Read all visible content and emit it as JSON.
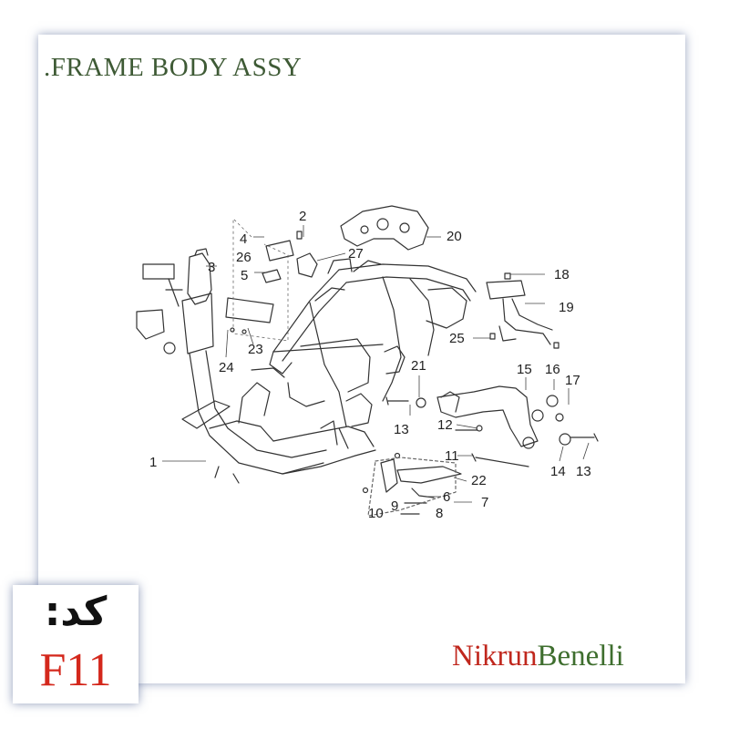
{
  "title": ".FRAME BODY ASSY",
  "brand": {
    "part1": "Nikrun",
    "part2": "Benelli",
    "color1": "#c0271d",
    "color2": "#3e6e2e"
  },
  "code": {
    "label": "کد:",
    "value": "F11",
    "value_color": "#d4281c"
  },
  "callouts": {
    "n1": "1",
    "n2": "2",
    "n3": "3",
    "n4": "4",
    "n5": "5",
    "n6": "6",
    "n7": "7",
    "n8": "8",
    "n9": "9",
    "n10": "10",
    "n11": "11",
    "n12": "12",
    "n13a": "13",
    "n13b": "13",
    "n14": "14",
    "n15": "15",
    "n16": "16",
    "n17": "17",
    "n18": "18",
    "n19": "19",
    "n20": "20",
    "n21": "21",
    "n22": "22",
    "n23": "23",
    "n24": "24",
    "n25": "25",
    "n26": "26",
    "n27": "27"
  }
}
